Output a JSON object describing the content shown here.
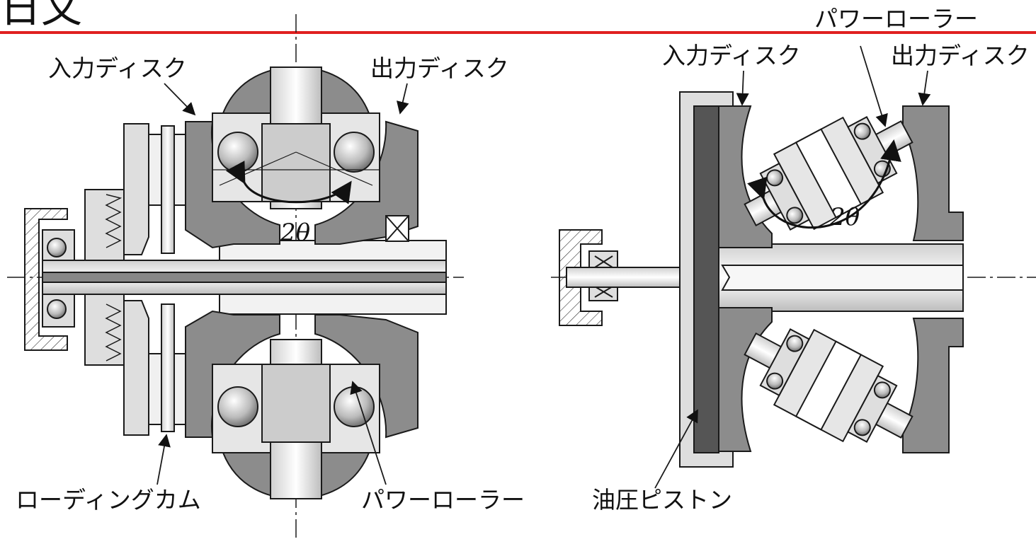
{
  "heading_fragment": "日文",
  "colors": {
    "rule": "#e02020",
    "part_fill": "#8c8c8c",
    "light_fill": "#dedede",
    "line": "#1a1a1a"
  },
  "left_figure": {
    "input_disk": "入力ディスク",
    "output_disk": "出力ディスク",
    "loading_cam": "ローディングカム",
    "power_roller": "パワーローラー",
    "angle": "2θ"
  },
  "right_figure": {
    "input_disk": "入力ディスク",
    "output_disk": "出力ディスク",
    "power_roller": "パワーローラー",
    "hydraulic_piston": "油圧ピストン",
    "angle": "2θ"
  }
}
